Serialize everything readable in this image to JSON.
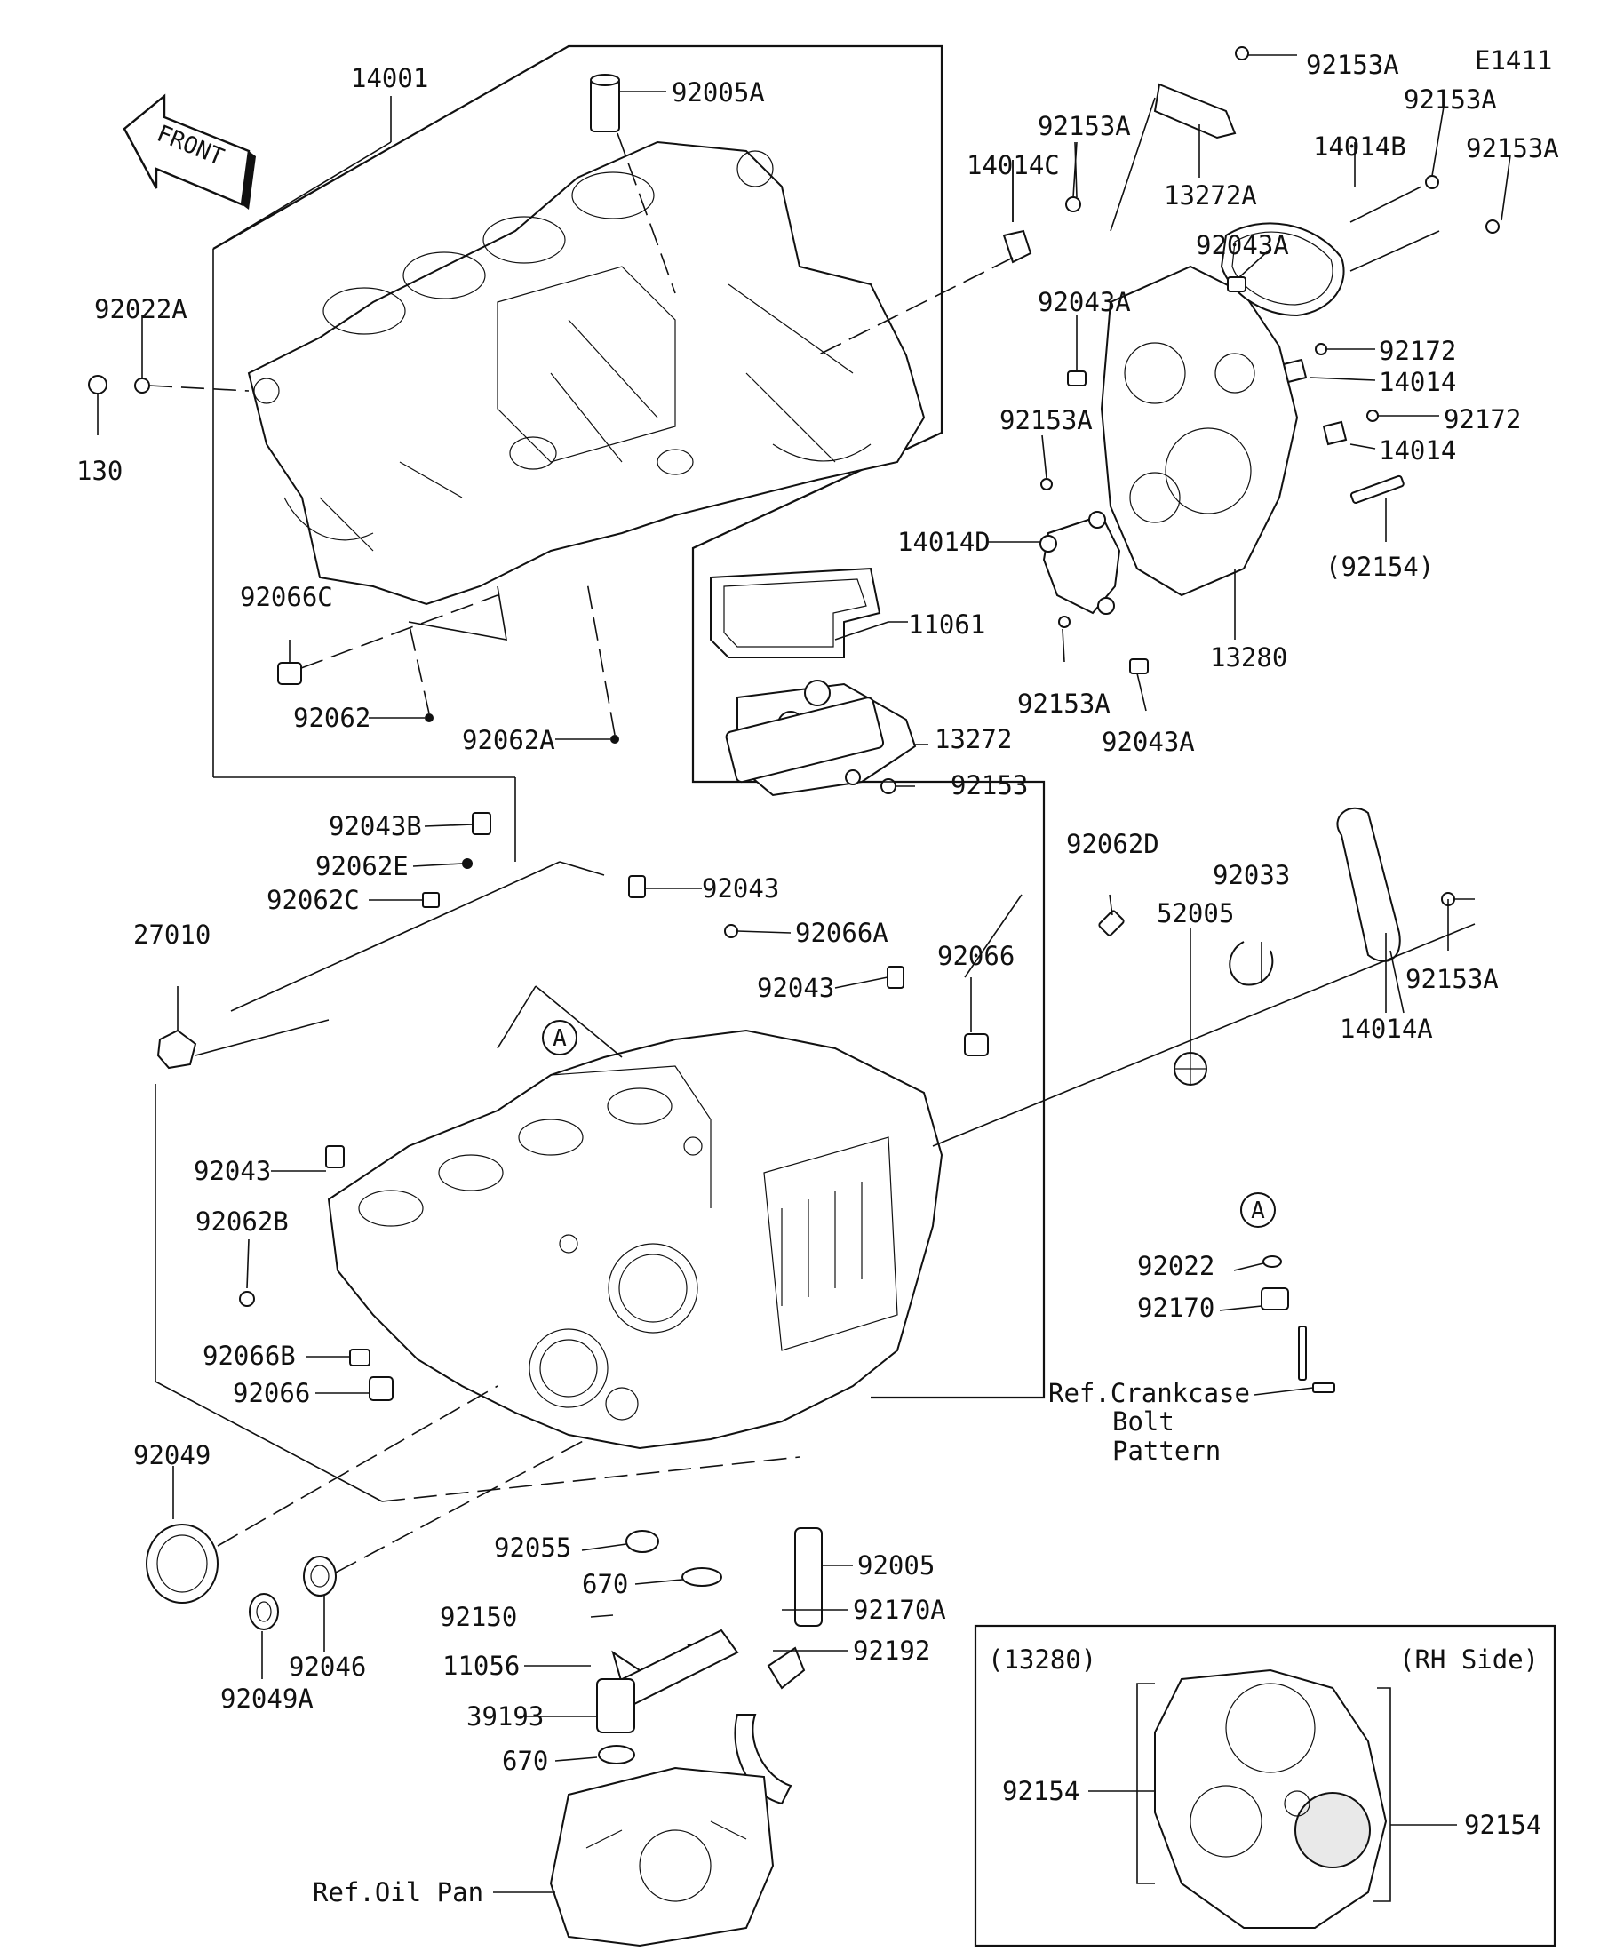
{
  "diagram_code": "E1411",
  "front_label": "FRONT",
  "circle_ref": "A",
  "part_labels": {
    "p14001": "14001",
    "p92005A": "92005A",
    "p92153A_top": "92153A",
    "p92153A_b": "92153A",
    "p92153A_c": "92153A",
    "p92153A_d": "92153A",
    "p92153A_e": "92153A",
    "p92153A_f": "92153A",
    "p92153A_g": "92153A",
    "p14014C": "14014C",
    "p13272A": "13272A",
    "p14014B": "14014B",
    "p92043A_a": "92043A",
    "p92043A_b": "92043A",
    "p92043A_c": "92043A",
    "p92022A": "92022A",
    "p130": "130",
    "p92172_a": "92172",
    "p14014_a": "14014",
    "p92172_b": "92172",
    "p14014_b": "14014",
    "p14014D": "14014D",
    "p92154": "(92154)",
    "p92066C": "92066C",
    "p11061": "11061",
    "p13280": "13280",
    "p92062": "92062",
    "p92062A": "92062A",
    "p13272": "13272",
    "p92153": "92153",
    "p92043B": "92043B",
    "p92062E": "92062E",
    "p92062C": "92062C",
    "p92043_a": "92043",
    "p92066A": "92066A",
    "p92062D": "92062D",
    "p92033": "92033",
    "p52005": "52005",
    "p27010": "27010",
    "p92043_b": "92043",
    "p92066_a": "92066",
    "p14014A": "14014A",
    "p92043_c": "92043",
    "p92062B": "92062B",
    "p92022": "92022",
    "p92170": "92170",
    "p92066B": "92066B",
    "p92066_b": "92066",
    "p92049": "92049",
    "p92055": "92055",
    "p670_a": "670",
    "p92005": "92005",
    "p92150": "92150",
    "p92170A": "92170A",
    "p11056": "11056",
    "p92192": "92192",
    "p92046": "92046",
    "p39193": "39193",
    "p92049A": "92049A",
    "p670_b": "670"
  },
  "references": {
    "crankcase_line1": "Ref.Crankcase",
    "crankcase_line2": "Bolt",
    "crankcase_line3": "Pattern",
    "oil_pan": "Ref.Oil Pan"
  },
  "inset": {
    "part": "(13280)",
    "side": "(RH Side)",
    "left_label": "92154",
    "right_label": "92154"
  }
}
